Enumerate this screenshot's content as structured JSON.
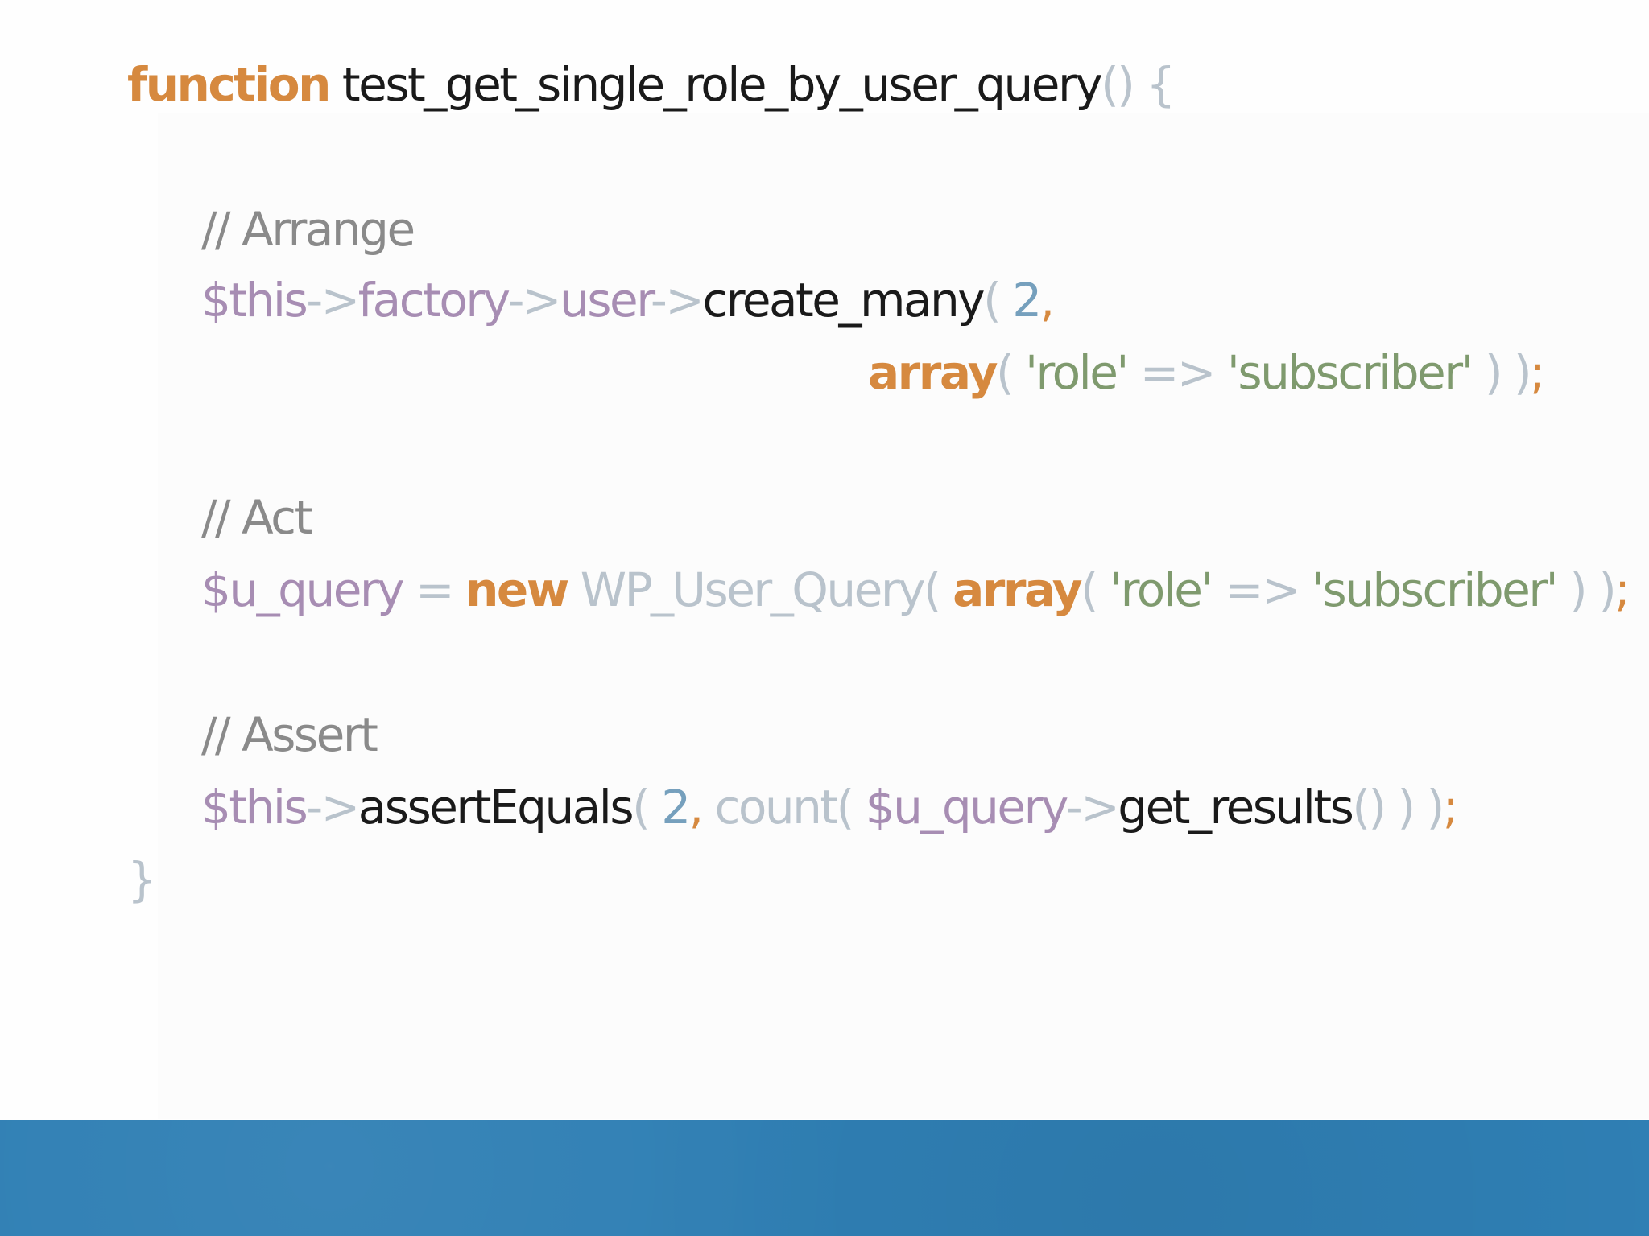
{
  "code": {
    "line1": {
      "kw": "function",
      "name": " test_get_single_role_by_user_query",
      "parens": "() {"
    },
    "comment_arrange": "// Arrange",
    "line_create": {
      "this": "$this",
      "arrow1": "->",
      "factory": "factory",
      "arrow2": "->",
      "user": "user",
      "arrow3": "->",
      "method": "create_many",
      "open": "( ",
      "num": "2",
      "comma": ","
    },
    "line_array": {
      "kw": "array",
      "open": "( ",
      "key": "'role'",
      "fat_arrow": " => ",
      "val": "'subscriber'",
      "close": " ) )",
      "semi": ";"
    },
    "comment_act": "// Act",
    "line_query": {
      "var": "$u_query",
      "eq": " = ",
      "kw_new": "new",
      "cls": " WP_User_Query( ",
      "kw_array": "array",
      "open": "( ",
      "key": "'role'",
      "fat_arrow": " => ",
      "val": "'subscriber'",
      "close": " ) )",
      "semi": ";"
    },
    "comment_assert": "// Assert",
    "line_assert": {
      "this": "$this",
      "arrow": "->",
      "method": "assertEquals",
      "open": "( ",
      "num": "2",
      "comma": ", ",
      "count": "count( ",
      "var": "$u_query",
      "arrow2": "->",
      "method2": "get_results",
      "close": "() ) )",
      "semi": ";"
    },
    "closing_brace": "}"
  },
  "colors": {
    "keyword": "#d6893f",
    "function_name": "#1a1a1a",
    "punctuation": "#b9c3cc",
    "comment": "#8a8a8a",
    "variable": "#a78db3",
    "number": "#76a0bd",
    "string": "#7f9a6e",
    "footer_band": "#2f7fb4"
  }
}
